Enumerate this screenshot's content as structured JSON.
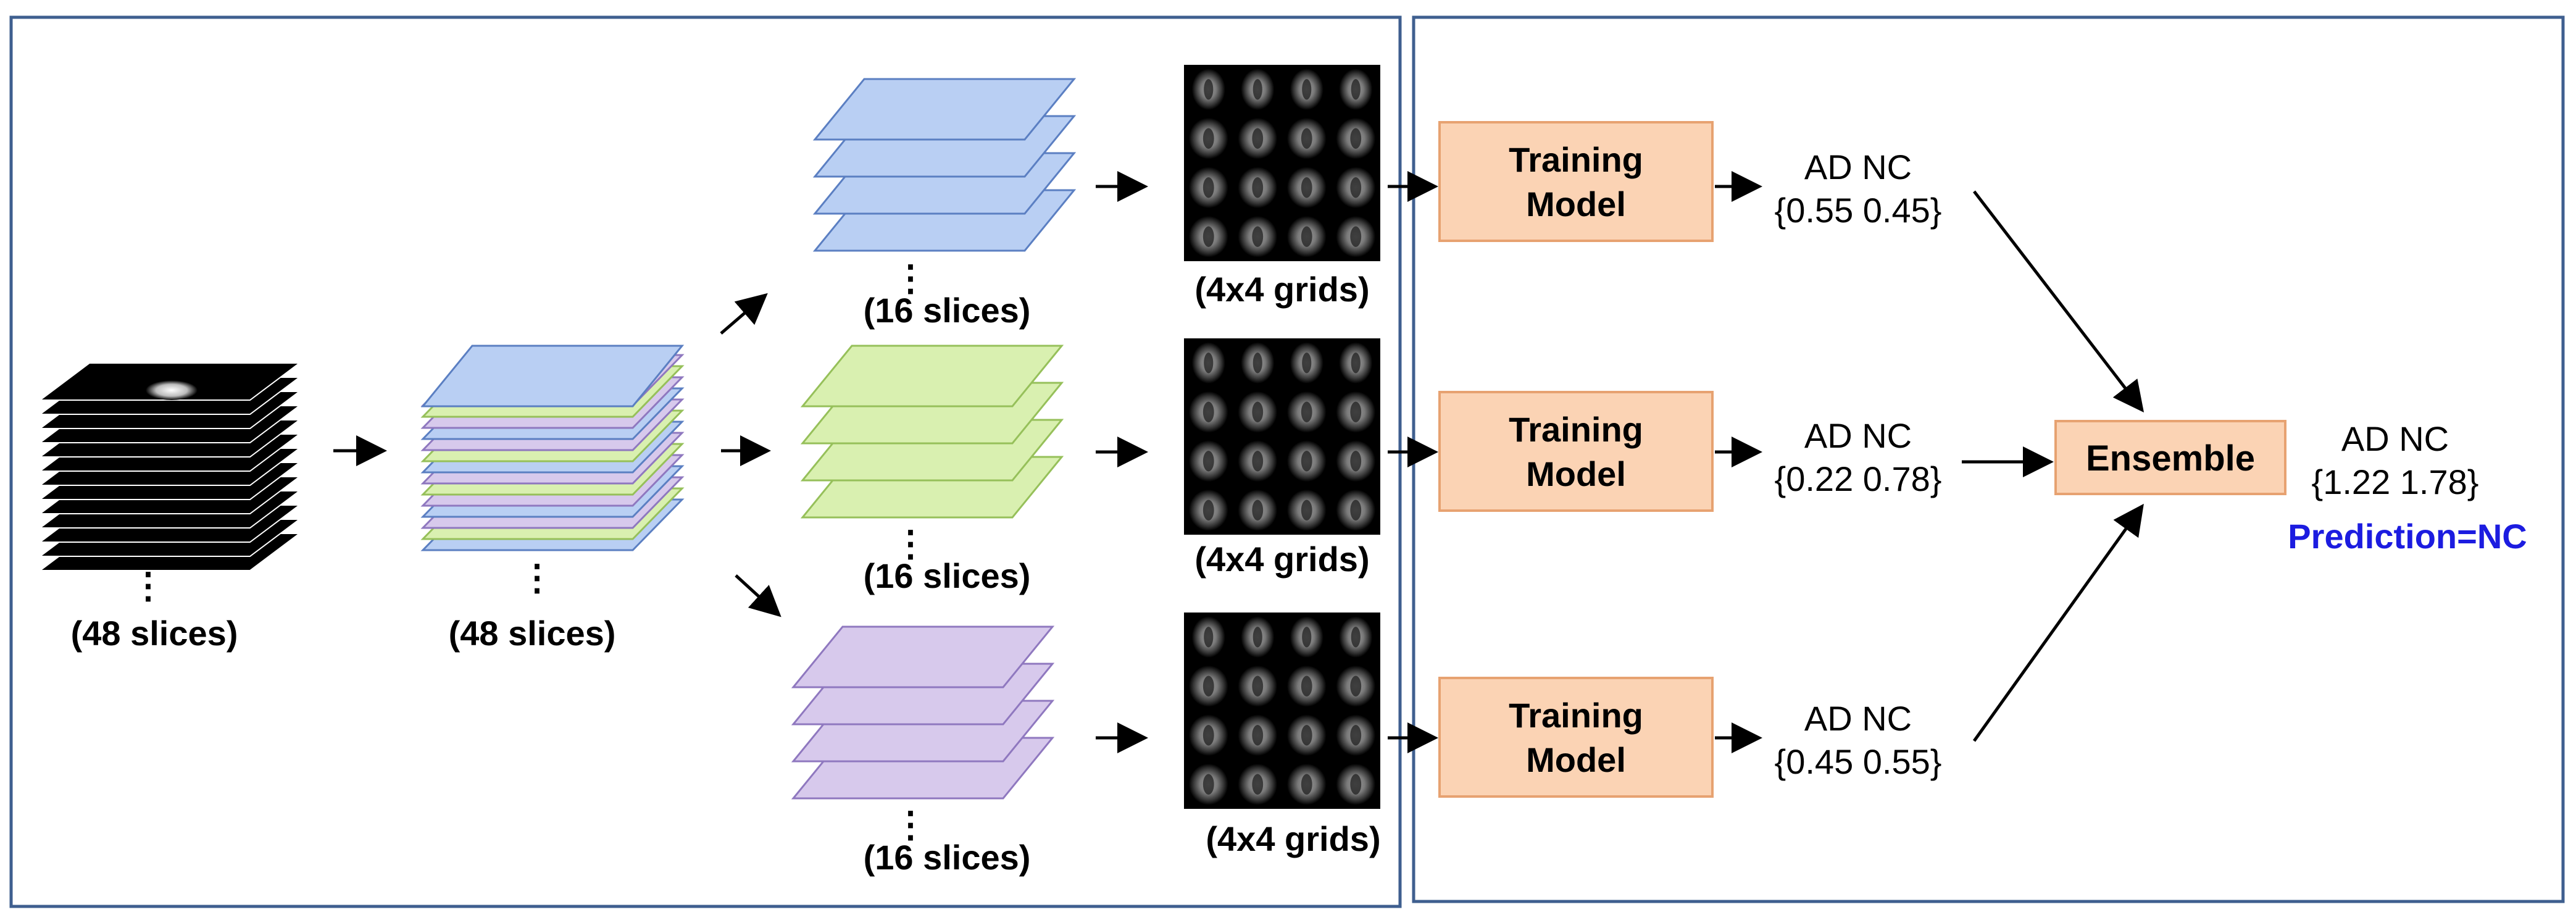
{
  "colors": {
    "panel_border": "#3f5f8f",
    "blue_fill": "#b9cff3",
    "blue_stroke": "#5b7fc2",
    "green_fill": "#d9f0b0",
    "green_stroke": "#96c05a",
    "purple_fill": "#d7c9ec",
    "purple_stroke": "#8f78bf",
    "model_fill": "#fbd3b4",
    "model_stroke": "#e7a271",
    "prediction": "#1c1ce0"
  },
  "left_panel": {
    "stack_black_label": "(48 slices)",
    "stack_mixed_label": "(48 slices)",
    "stacks": [
      {
        "label": "(16 slices)",
        "color": "blue"
      },
      {
        "label": "(16 slices)",
        "color": "green"
      },
      {
        "label": "(16 slices)",
        "color": "purple"
      }
    ],
    "grids": [
      {
        "label": "(4x4 grids)"
      },
      {
        "label": "(4x4 grids)"
      },
      {
        "label": "(4x4 grids)"
      }
    ]
  },
  "right_panel": {
    "models": [
      {
        "line1": "Training",
        "line2": "Model",
        "classes": "AD NC",
        "probs": "{0.55 0.45}"
      },
      {
        "line1": "Training",
        "line2": "Model",
        "classes": "AD NC",
        "probs": "{0.22 0.78}"
      },
      {
        "line1": "Training",
        "line2": "Model",
        "classes": "AD NC",
        "probs": "{0.45 0.55}"
      }
    ],
    "ensemble_label": "Ensemble",
    "result_classes": "AD NC",
    "result_probs": "{1.22 1.78}",
    "prediction": "Prediction=NC"
  }
}
